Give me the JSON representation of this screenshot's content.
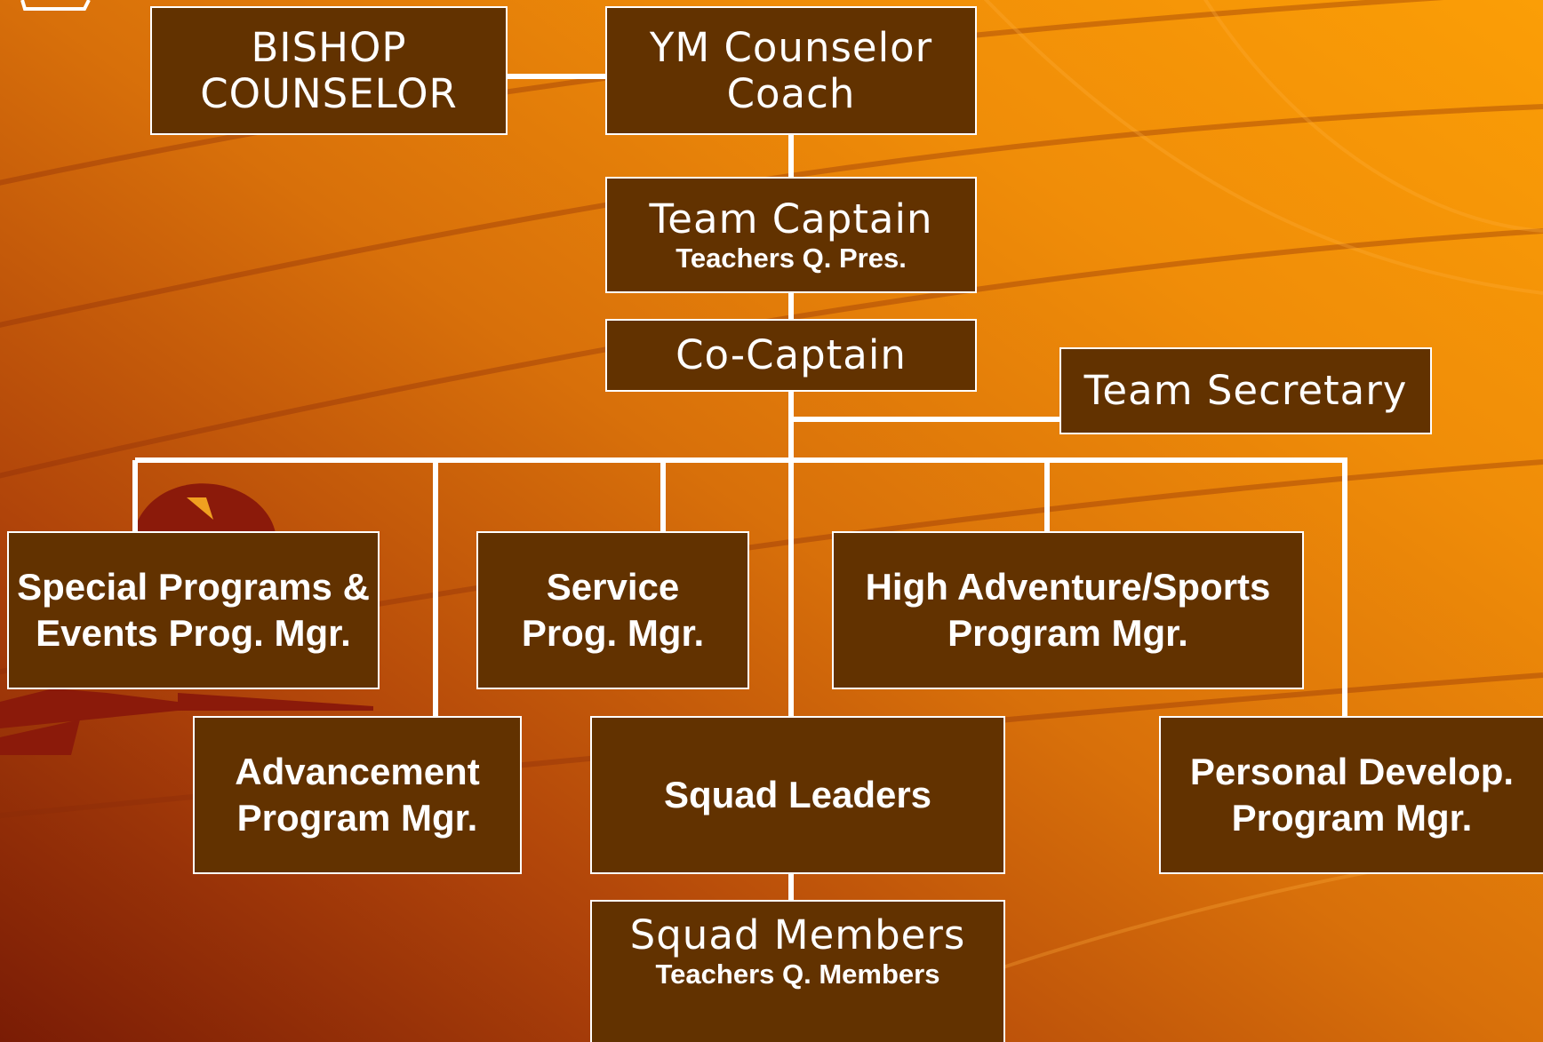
{
  "colors": {
    "box_fill": "#623200",
    "box_border": "#ffffff",
    "connector": "#ffffff",
    "background_dark": "#7a1c05",
    "background_light": "#fb9e06"
  },
  "boxes": {
    "bishop_counselor": {
      "title": "BISHOP\nCOUNSELOR"
    },
    "ym_counselor_coach": {
      "title": "YM Counselor\nCoach"
    },
    "team_captain": {
      "title": "Team Captain",
      "subtitle": "Teachers Q. Pres."
    },
    "co_captain": {
      "title": "Co-Captain"
    },
    "team_secretary": {
      "title": "Team Secretary"
    },
    "special_programs": {
      "title": "Special Programs &\nEvents Prog. Mgr."
    },
    "service": {
      "title": "Service\nProg. Mgr."
    },
    "high_adventure": {
      "title": "High Adventure/Sports\nProgram Mgr."
    },
    "advancement": {
      "title": "Advancement\nProgram Mgr."
    },
    "squad_leaders": {
      "title": "Squad Leaders"
    },
    "personal_develop": {
      "title": "Personal Develop.\nProgram Mgr."
    },
    "squad_members": {
      "title": "Squad Members",
      "subtitle": "Teachers Q. Members"
    }
  }
}
